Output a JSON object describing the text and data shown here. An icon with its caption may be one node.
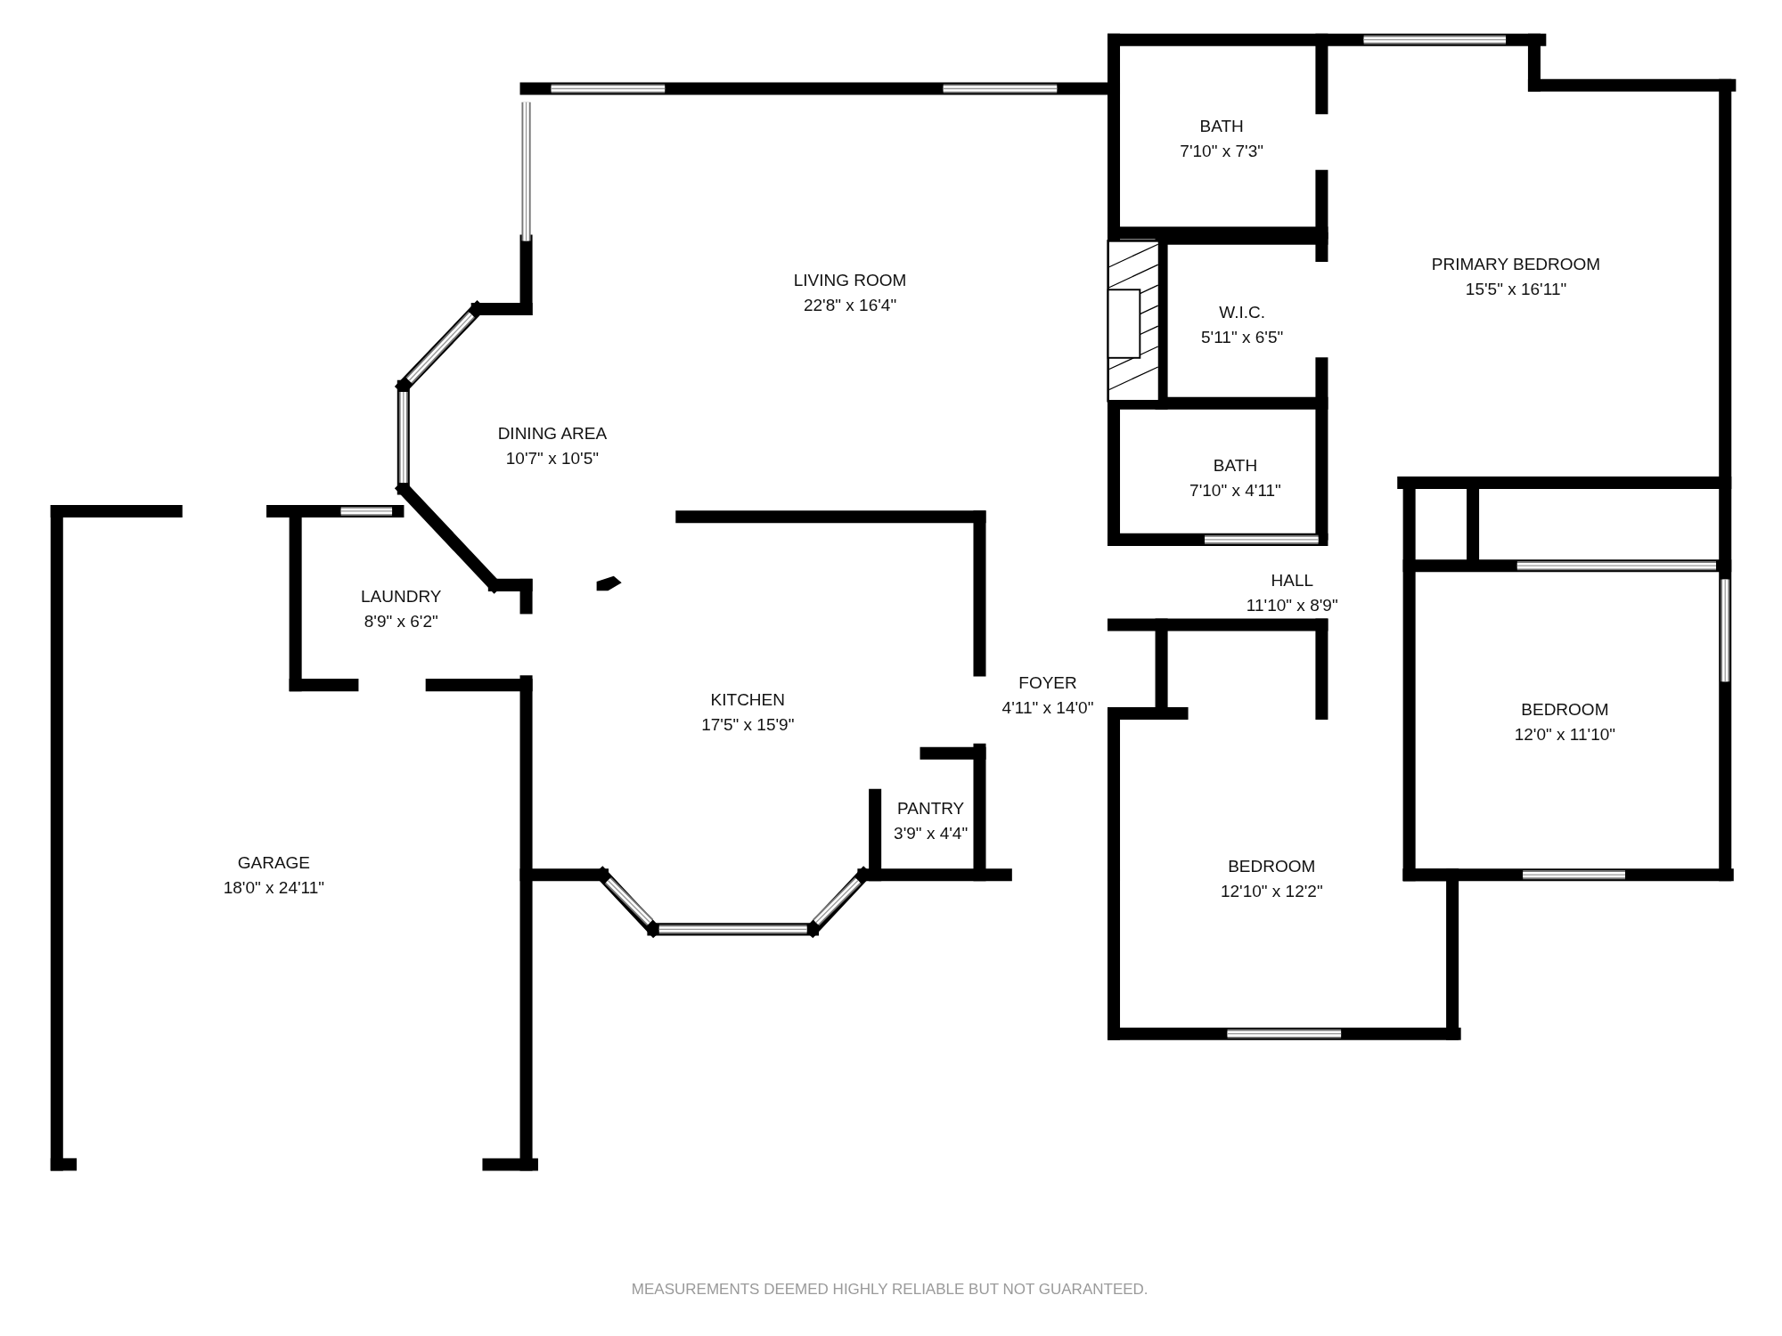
{
  "diagram": {
    "labels": [
      "BATH",
      "7'10\" x 7'3\"",
      "LIVING ROOM",
      "22'8\" x 16'4\"",
      "PRIMARY BEDROOM",
      "15'5\" x 16'11\"",
      "W.I.C.",
      "5'11\" x 6'5\"",
      "DINING AREA",
      "10'7\" x 10'5\"",
      "BATH",
      "7'10\" x 4'11\"",
      "HALL",
      "11'10\" x 8'9\"",
      "LAUNDRY",
      "8'9\" x 6'2\"",
      "KITCHEN",
      "17'5\" x 15'9\"",
      "FOYER",
      "4'11\" x 14'0\"",
      "BEDROOM",
      "12'0\" x 11'10\"",
      "PANTRY",
      "3'9\" x 4'4\"",
      "BEDROOM",
      "12'10\" x 12'2\"",
      "GARAGE",
      "18'0\" x 24'11\"",
      "MEASUREMENTS DEEMED HIGHLY RELIABLE BUT NOT GUARANTEED."
    ]
  }
}
